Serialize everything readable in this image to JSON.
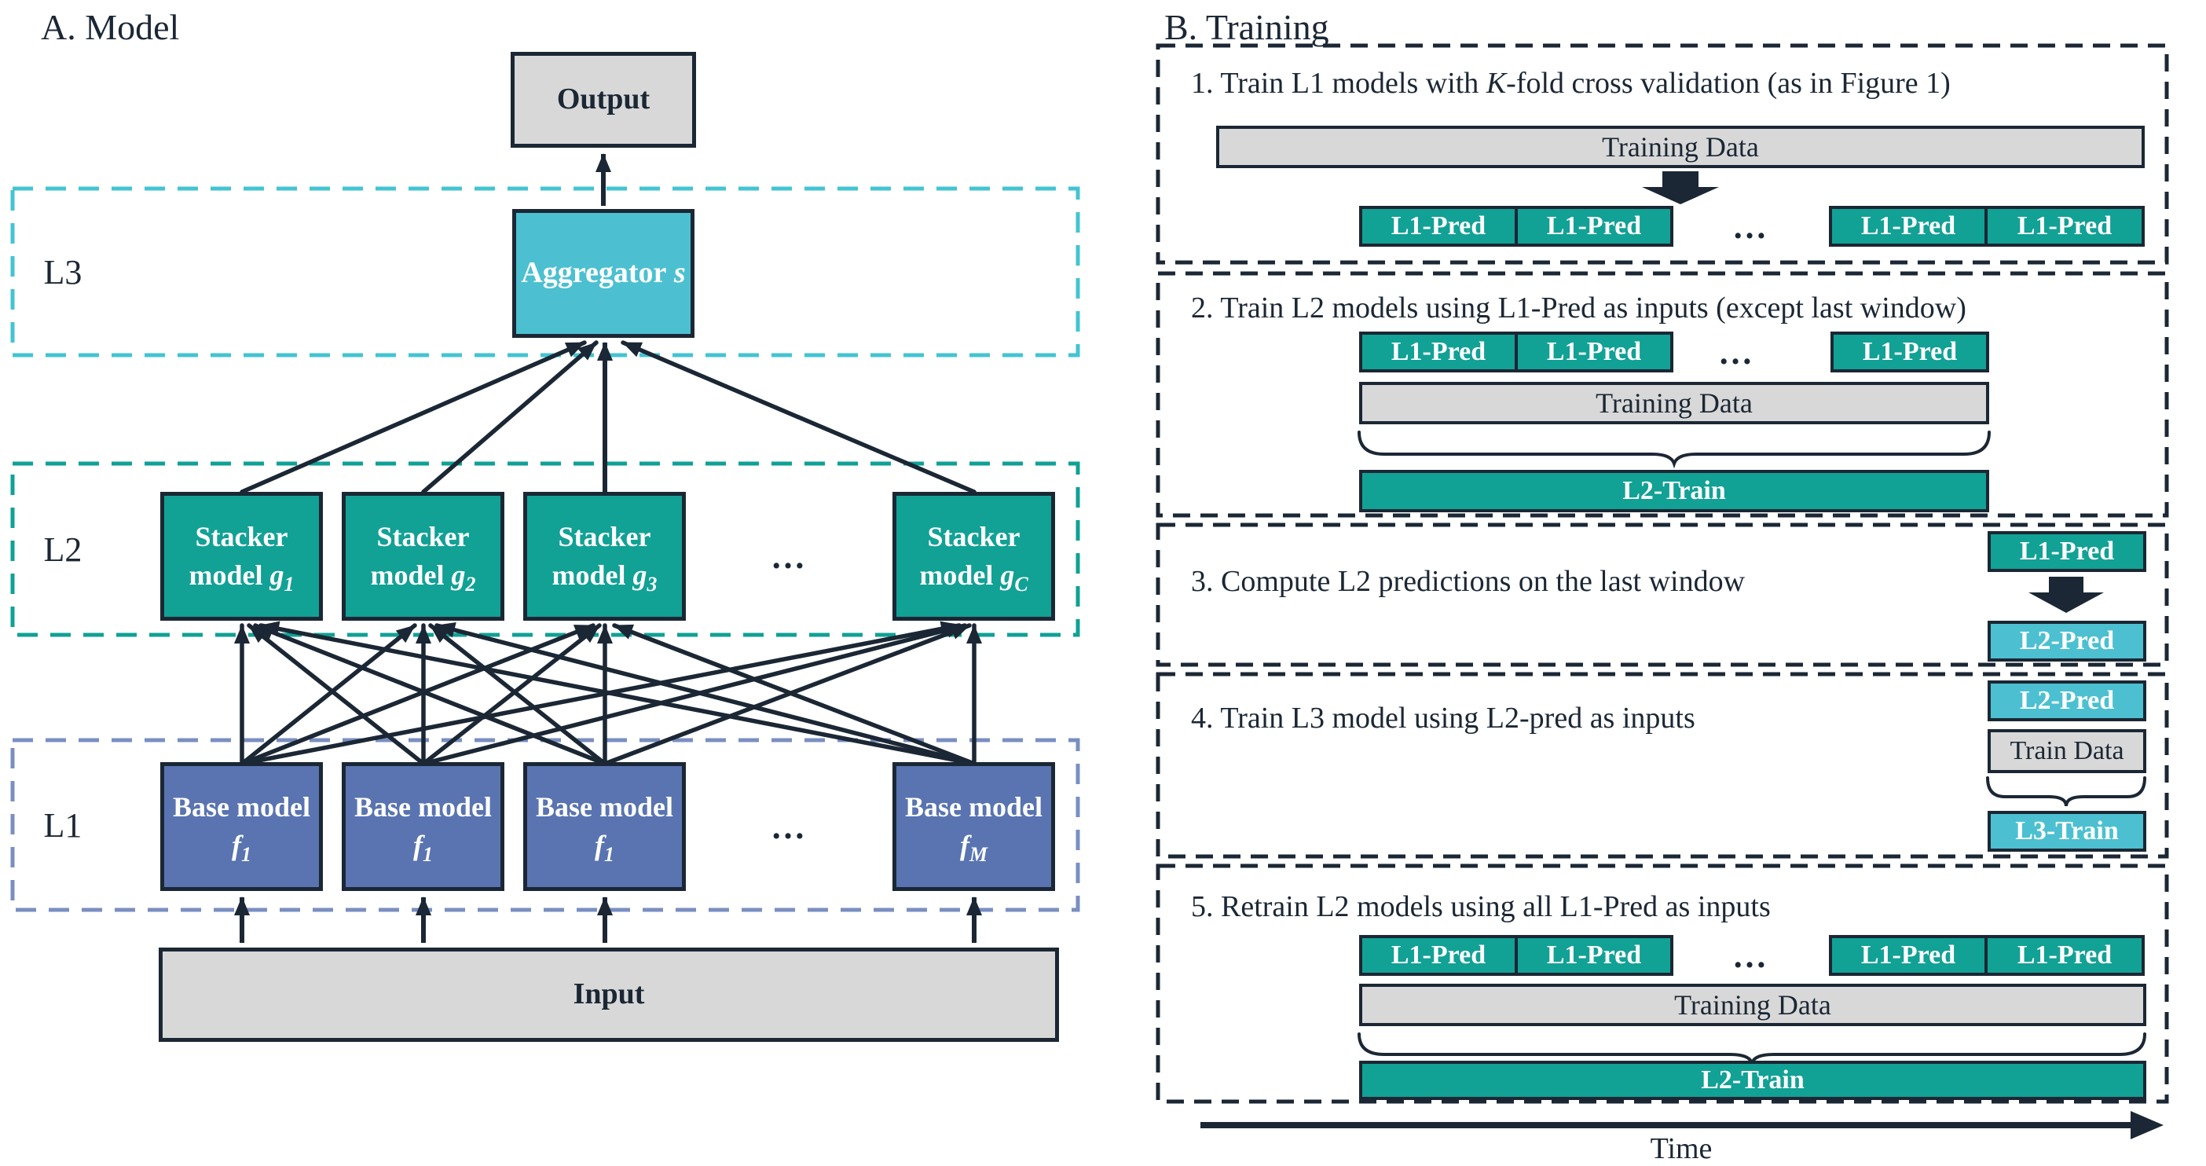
{
  "colors": {
    "ink": "#1b2734",
    "teal": "#12a195",
    "cyan": "#4cc0d0",
    "blue": "#5974b0",
    "gray": "#d8d8d8",
    "dash_l3": "#43c4d2",
    "dash_l2": "#0fa195",
    "dash_l1": "#7a8fc0"
  },
  "panel_a": {
    "title": "A. Model",
    "output_label": "Output",
    "input_label": "Input",
    "aggregator": {
      "text": "Aggregator",
      "symbol": "s"
    },
    "layer_tags": {
      "l3": "L3",
      "l2": "L2",
      "l1": "L1"
    },
    "ellipsis": "…",
    "stackers": [
      {
        "line1": "Stacker",
        "line2": "model",
        "symbol": "g",
        "sub": "1"
      },
      {
        "line1": "Stacker",
        "line2": "model",
        "symbol": "g",
        "sub": "2"
      },
      {
        "line1": "Stacker",
        "line2": "model",
        "symbol": "g",
        "sub": "3"
      },
      {
        "line1": "Stacker",
        "line2": "model",
        "symbol": "g",
        "sub": "C"
      }
    ],
    "bases": [
      {
        "line1": "Base model",
        "symbol": "f",
        "sub": "1"
      },
      {
        "line1": "Base model",
        "symbol": "f",
        "sub": "1"
      },
      {
        "line1": "Base model",
        "symbol": "f",
        "sub": "1"
      },
      {
        "line1": "Base model",
        "symbol": "f",
        "sub": "M"
      }
    ]
  },
  "panel_b": {
    "title": "B. Training",
    "ellipsis": "…",
    "time_label": "Time",
    "labels": {
      "training_data": "Training Data",
      "train_data": "Train Data",
      "l1_pred": "L1-Pred",
      "l2_pred": "L2-Pred",
      "l2_train": "L2-Train",
      "l3_train": "L3-Train"
    },
    "steps": [
      {
        "pre": "1. Train L1 models with ",
        "em": "K",
        "post": "-fold cross validation (as in Figure 1)"
      },
      {
        "label": "2. Train L2 models using L1-Pred as inputs (except last window)"
      },
      {
        "label": "3. Compute L2 predictions on the last window"
      },
      {
        "label": "4. Train L3 model using L2-pred as inputs"
      },
      {
        "label": "5. Retrain L2 models using all L1-Pred as inputs"
      }
    ]
  }
}
